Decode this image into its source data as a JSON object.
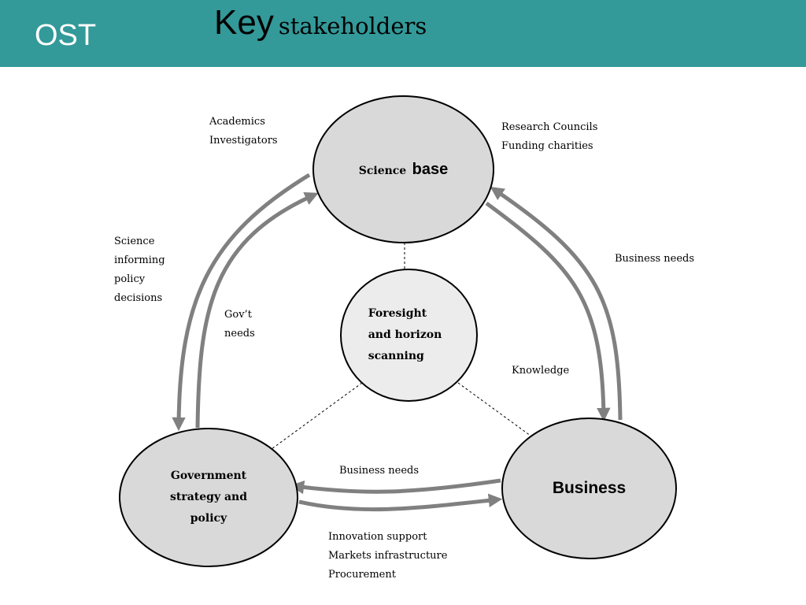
{
  "header": {
    "left_label": "OST",
    "title_key": "Key",
    "title_rest": "stakeholders",
    "background_color": "#339999"
  },
  "nodes": {
    "science_base": {
      "word1": "Science",
      "word2": "base"
    },
    "foresight": {
      "line1": "Foresight",
      "line2": "and horizon",
      "line3": "scanning"
    },
    "government": {
      "line1": "Government",
      "line2": "strategy and",
      "line3": "policy"
    },
    "business": {
      "label": "Business"
    }
  },
  "labels": {
    "academics": [
      "Academics",
      "Investigators"
    ],
    "research_councils": [
      "Research Councils",
      "Funding charities"
    ],
    "science_informing": [
      "Science",
      "informing",
      "policy",
      "decisions"
    ],
    "govt_needs": [
      "Gov’t",
      "needs"
    ],
    "business_needs_right": "Business needs",
    "knowledge": "Knowledge",
    "business_needs_bottom": "Business needs",
    "innovation": [
      "Innovation support",
      "Markets infrastructure",
      "Procurement"
    ]
  },
  "colors": {
    "arrow": "#808080",
    "node_fill": "#d9d9d9",
    "center_fill": "#ececec"
  }
}
